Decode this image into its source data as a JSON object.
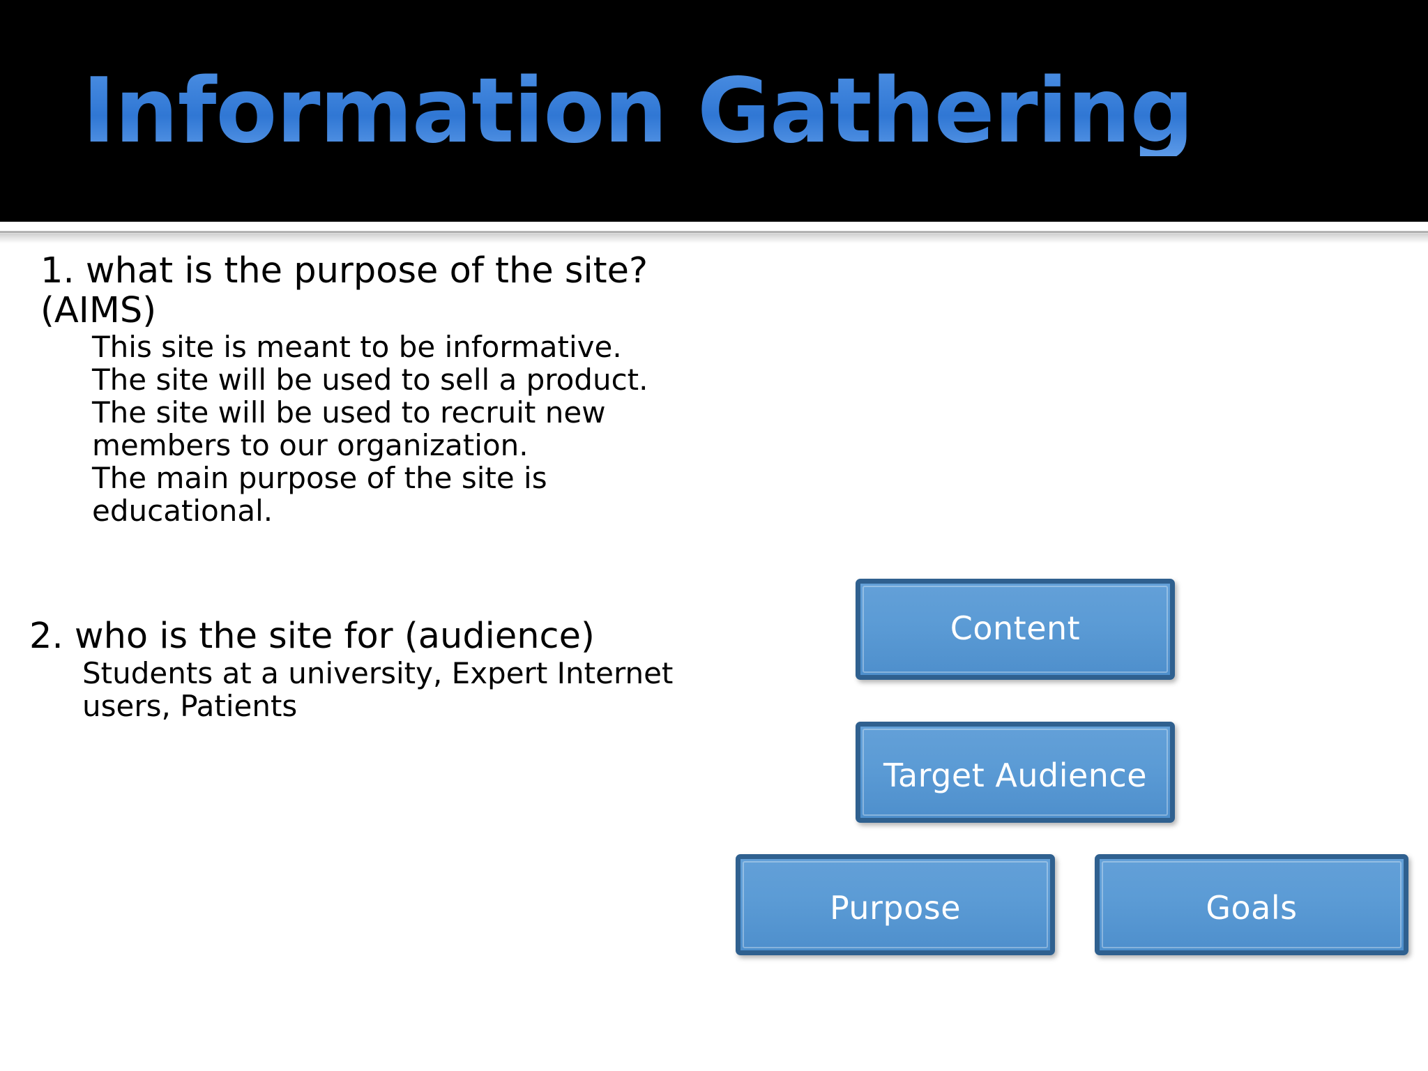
{
  "slide": {
    "title": "Information Gathering",
    "title_color": "#3b7fd8",
    "header_background": "#000000",
    "body_background": "#ffffff"
  },
  "questions": [
    {
      "heading": "1. what is the purpose of the site? (AIMS)",
      "bullets": [
        "This site is meant to be informative.",
        "The site will be used to sell a product.",
        "The site will be used to recruit new members to our organization.",
        "The main purpose of the site is educational."
      ]
    },
    {
      "heading": "2. who is the site for (audience)",
      "bullets": [
        "Students at a university, Expert Internet users,  Patients"
      ]
    }
  ],
  "diagram": {
    "box_fill": "#5b9bd5",
    "box_border": "#2f608f",
    "box_text_color": "#ffffff",
    "boxes": [
      {
        "label": "Content"
      },
      {
        "label": "Target Audience"
      },
      {
        "label": "Purpose"
      },
      {
        "label": "Goals"
      }
    ]
  }
}
